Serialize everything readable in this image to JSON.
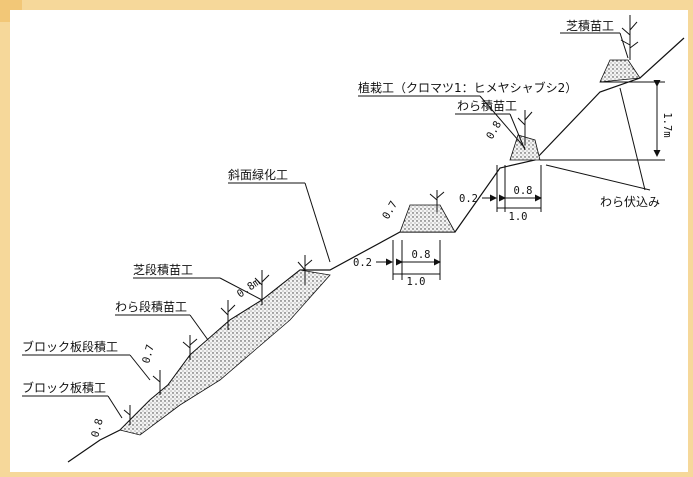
{
  "colors": {
    "frame": "#f6d89a",
    "panel": "#ffffff",
    "ink": "#111111",
    "soil": "#e6e6e6"
  },
  "labels": {
    "shibazumi_naeko": "芝積苗工",
    "shokusai": "植栽工（クロマツ1：ヒメヤシャブシ2）",
    "warazumi_naeko": "わら積苗工",
    "shamen_ryokka": "斜面緑化工",
    "warabushikomi": "わら伏込み",
    "shiba_dan_zumi": "芝段積苗工",
    "wara_dan_zumi": "わら段積苗工",
    "block_dan_zumi": "ブロック板段積工",
    "block_zumi": "ブロック板積工"
  },
  "dims": {
    "h_1_7": "1.7m",
    "d_0_8_upper": "0.8",
    "d_0_7_mid": "0.7",
    "d_0_2_mid": "0.2",
    "d_0_8_mid": "0.8",
    "d_1_0_mid": "1.0",
    "d_0_2_upper": "0.2",
    "d_0_8_upper_w": "0.8",
    "d_1_0_upper": "1.0",
    "d_0_8m_left": "0.8m",
    "d_0_7_left": "0.7",
    "d_0_8_bottom": "0.8"
  }
}
